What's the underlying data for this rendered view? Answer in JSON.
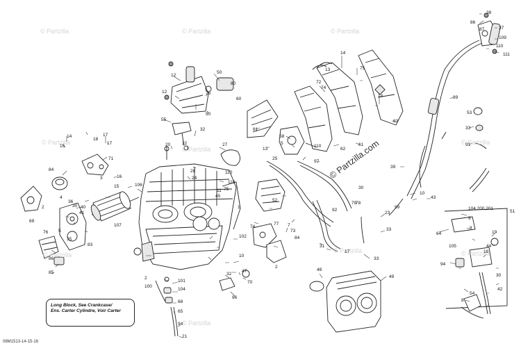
{
  "watermark_text": "© Partzilla",
  "watermark_main": "© Partzilla.com",
  "note_lines": [
    "Long Block, See Crankcase/",
    "Ens. Carter Cylindre, Voir Carter"
  ],
  "reference_code": "08M1513-14-15-16",
  "callouts": [
    "38",
    "86",
    "87",
    "37",
    "109",
    "110",
    "111",
    "14",
    "75",
    "50",
    "12",
    "63",
    "13",
    "72",
    "74",
    "89",
    "76",
    "80",
    "14",
    "12",
    "90",
    "60",
    "53",
    "55",
    "32",
    "81",
    "58",
    "61",
    "62",
    "5",
    "110",
    "22",
    "20",
    "17",
    "14",
    "15",
    "18",
    "17",
    "27",
    "25",
    "97",
    "13",
    "110",
    "39",
    "33",
    "91",
    "71",
    "84",
    "28",
    "24",
    "3",
    "16",
    "15",
    "106",
    "75",
    "110",
    "10",
    "43",
    "4",
    "2",
    "1",
    "79",
    "11",
    "45",
    "30",
    "33",
    "36",
    "30",
    "69",
    "40",
    "41",
    "107",
    "102",
    "52",
    "92",
    "99",
    "51",
    "104,200,201",
    "9",
    "8",
    "76",
    "5",
    "35",
    "83",
    "74",
    "77",
    "78",
    "73",
    "2",
    "84",
    "10",
    "7",
    "17",
    "23",
    "33",
    "31",
    "64",
    "105",
    "44",
    "19",
    "18",
    "86",
    "85",
    "2",
    "100",
    "101",
    "104",
    "68",
    "65",
    "47",
    "32",
    "96",
    "70",
    "48",
    "49",
    "30",
    "94",
    "54",
    "42",
    "8",
    "94",
    "21",
    "22"
  ],
  "icons": [
    "engine-block",
    "starter-motor",
    "throttle-body",
    "air-duct",
    "exhaust-manifold",
    "control-cable"
  ]
}
